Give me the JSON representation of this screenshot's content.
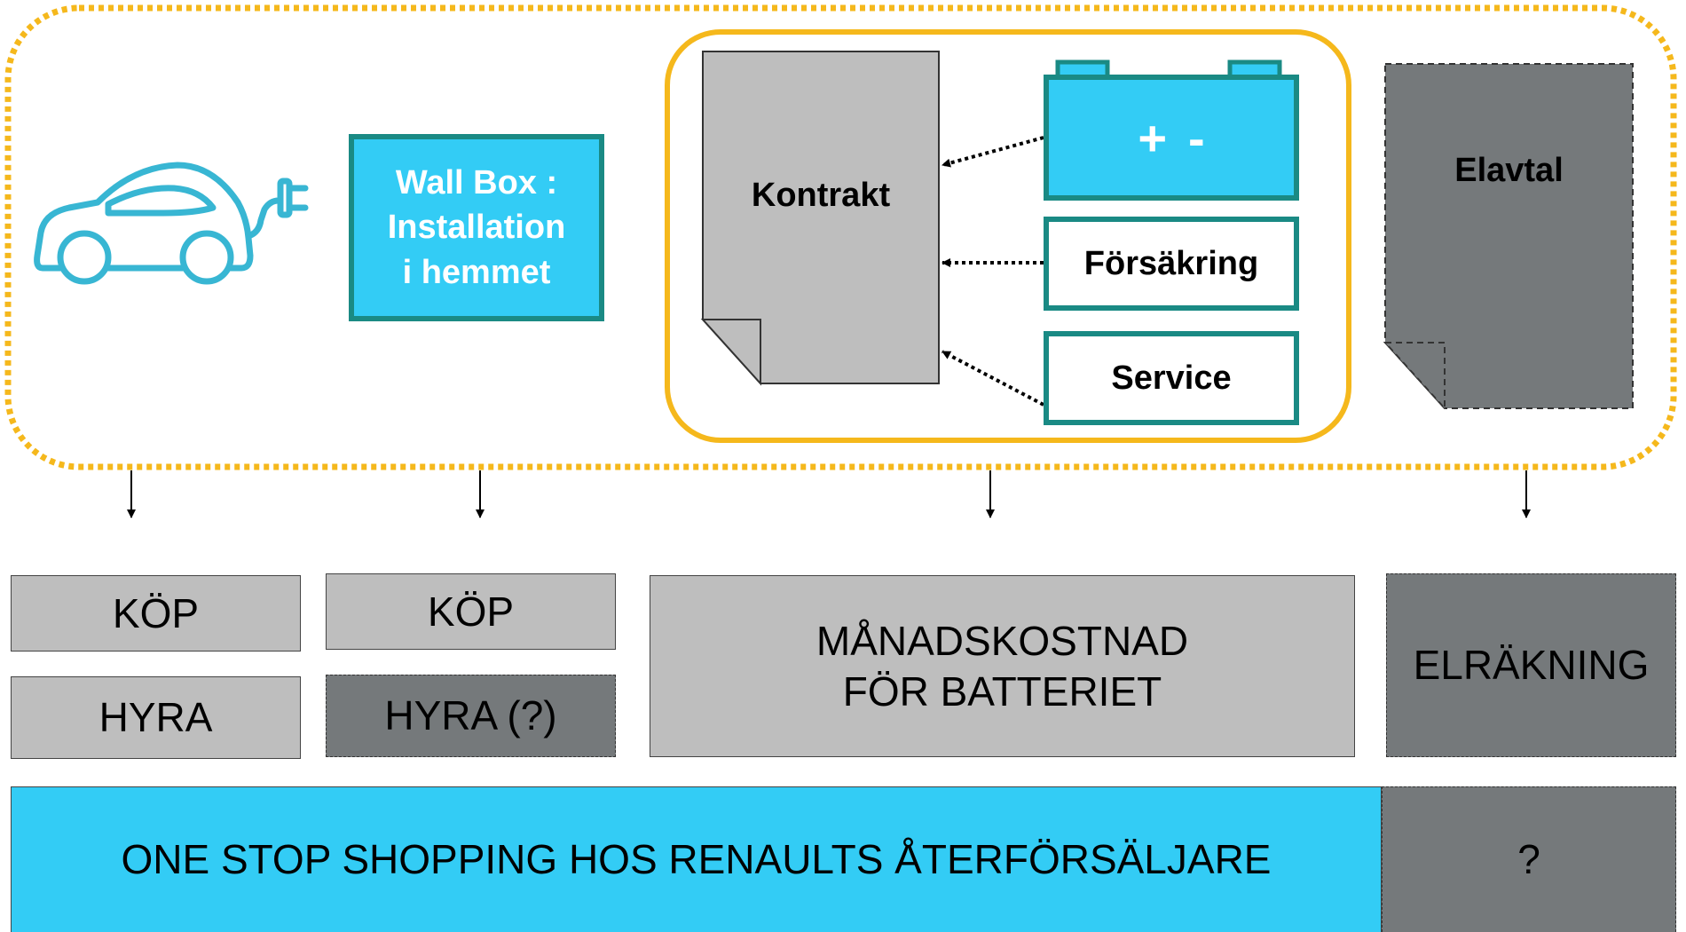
{
  "colors": {
    "cyan": "#33ccf5",
    "teal": "#1a8a84",
    "orange": "#f5b81c",
    "light_gray": "#bebebe",
    "dark_gray": "#75797b",
    "car_icon": "#38b6d3"
  },
  "top": {
    "car_icon": "electric-car-plug-icon",
    "wallbox": {
      "line1": "Wall Box :",
      "line2": "Installation",
      "line3": "i hemmet"
    },
    "kontrakt": "Kontrakt",
    "battery": {
      "icon": "battery-icon",
      "plus": "+",
      "minus": "-"
    },
    "forsakring": "Försäkring",
    "service": "Service",
    "elavtal": "Elavtal"
  },
  "bottom": {
    "car_kop": "KÖP",
    "car_hyra": "HYRA",
    "wb_kop": "KÖP",
    "wb_hyra": "HYRA (?)",
    "manad_line1": "MÅNADSKOSTNAD",
    "manad_line2": "FÖR BATTERIET",
    "elrakning": "ELRÄKNING",
    "one_stop": "ONE STOP SHOPPING HOS RENAULTS ÅTERFÖRSÄLJARE",
    "unknown": "?"
  }
}
